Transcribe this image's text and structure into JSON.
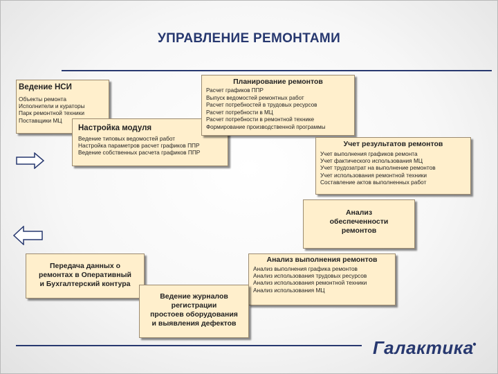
{
  "title": "УПРАВЛЕНИЕ РЕМОНТАМИ",
  "nsi": {
    "heading": "Ведение НСИ",
    "items": [
      "Объекты ремонта",
      "Исполнители и кураторы",
      "Парк ремонтной техники",
      "Поставщики МЦ"
    ]
  },
  "setup": {
    "heading": "Настройка модуля",
    "items": [
      "Ведение типовых ведомостей работ",
      "Настройка параметров расчет графиков ППР",
      "Ведение собственных расчета графиков ППР"
    ]
  },
  "planning": {
    "heading": "Планирование ремонтов",
    "items": [
      "Расчет графиков ППР",
      "Выпуск ведомостей ремонтных работ",
      "Расчет потребностей в трудовых ресурсов",
      "Расчет потребности в МЦ",
      "Расчет потребности в ремонтной технике",
      "Формирование производственной программы"
    ]
  },
  "results": {
    "heading": "Учет результатов ремонтов",
    "items": [
      "Учет выполнения графиков ремонта",
      "Учет фактического использования МЦ",
      "Учет трудозатрат на выполнение ремонтов",
      "Учет использования ремонтной техники",
      "Составление актов выполненных работ"
    ]
  },
  "provision": {
    "lines": [
      "Анализ",
      "обеспеченности",
      "ремонтов"
    ]
  },
  "analysis": {
    "heading": "Анализ выполнения ремонтов",
    "items": [
      "Анализ выполнения графика ремонтов",
      "Анализ использования трудовых ресурсов",
      "Анализ использования ремонтной техники",
      "Анализ использования МЦ"
    ]
  },
  "transfer": {
    "lines": [
      "Передача данных о",
      "ремонтах в Оперативный",
      "и Бухгалтерский контура"
    ]
  },
  "journals": {
    "lines": [
      "Ведение журналов",
      "регистрации",
      "простоев оборудования",
      "и выявления дефектов"
    ]
  },
  "logo": {
    "text": "Галактика",
    "color": "#27386f"
  },
  "colors": {
    "box_fill": "#ffefcc",
    "accent": "#27386f"
  }
}
